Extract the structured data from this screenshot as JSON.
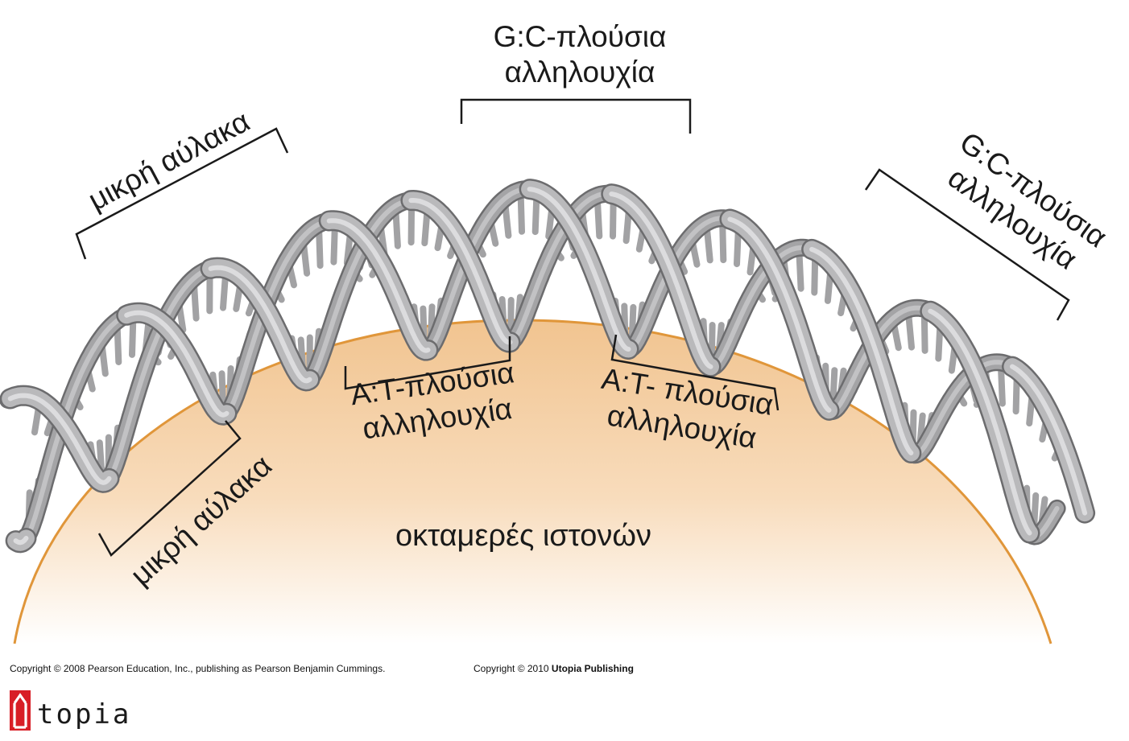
{
  "labels": {
    "minor_groove_top": "μικρή αύλακα",
    "gc_top_line1": "G:C-πλούσια",
    "gc_top_line2": "αλληλουχία",
    "gc_right_line1": "G:C-πλούσια",
    "gc_right_line2": "αλληλουχία",
    "at_left_line1": "A:T-πλούσια",
    "at_left_line2": "αλληλουχία",
    "at_right_line1": "A:T- πλούσια",
    "at_right_line2": "αλληλουχία",
    "minor_groove_bottom": "μικρή αύλακα",
    "histone": "οκταμερές ιστονών"
  },
  "footer": {
    "copyright_pearson": "Copyright © 2008 Pearson Education, Inc., publishing as Pearson Benjamin Cummings.",
    "copyright_utopia_prefix": "Copyright © 2010 ",
    "copyright_utopia_name": "Utopia Publishing",
    "logo_text": "topia"
  },
  "colors": {
    "histone_fill_top": "#f2c797",
    "histone_fill_bottom": "#ffffff",
    "histone_edge": "#e0963a",
    "dna_strand": "#a9a9ab",
    "dna_strand_edge": "#6c6c6e",
    "logo_red": "#d81e26"
  }
}
